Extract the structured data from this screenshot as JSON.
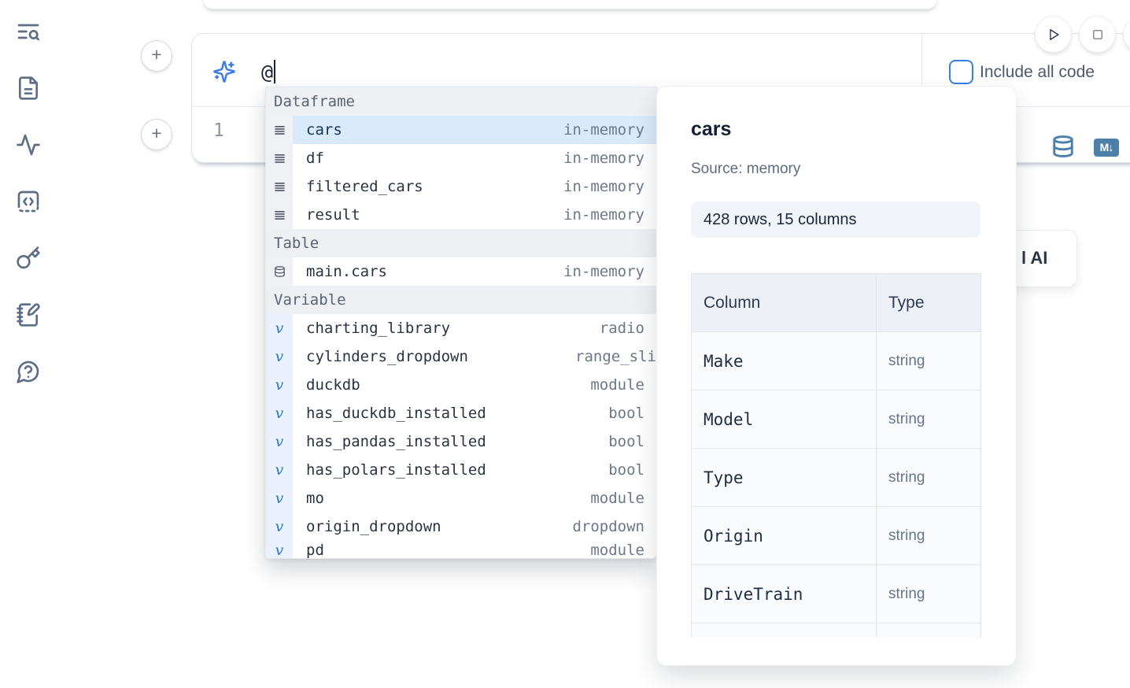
{
  "colors": {
    "accent_blue": "#3b7de8",
    "steel_blue": "#4d80a8",
    "selection_blue": "#d9eafb",
    "sidebar_icon": "#5f6e87"
  },
  "sidebar": {
    "icons": [
      {
        "name": "list-search-icon"
      },
      {
        "name": "file-text-icon"
      },
      {
        "name": "activity-icon"
      },
      {
        "name": "code-snippets-icon"
      },
      {
        "name": "key-icon"
      },
      {
        "name": "scratchpad-icon"
      },
      {
        "name": "help-icon"
      }
    ]
  },
  "cell_controls": {
    "add_cell_above": "+",
    "add_cell_below": "+"
  },
  "run_controls": {
    "icons": [
      {
        "name": "run-cell-icon"
      },
      {
        "name": "stop-icon"
      },
      {
        "name": "overflow-icon"
      }
    ]
  },
  "ai_cell": {
    "sparkle_icon": "sparkles-icon",
    "prompt_value": "@",
    "include_all_code": {
      "label": "Include all code",
      "checked": false
    }
  },
  "code_cell": {
    "line_number": "1",
    "icons": [
      {
        "name": "datasource-icon"
      },
      {
        "name": "markdown-convert-icon",
        "badge": "M↓"
      }
    ]
  },
  "autocomplete": {
    "sections": [
      {
        "label": "Dataframe",
        "items": [
          {
            "name": "cars",
            "detail": "in-memory",
            "icon": "dataframe-icon",
            "selected": true
          },
          {
            "name": "df",
            "detail": "in-memory",
            "icon": "dataframe-icon"
          },
          {
            "name": "filtered_cars",
            "detail": "in-memory",
            "icon": "dataframe-icon"
          },
          {
            "name": "result",
            "detail": "in-memory",
            "icon": "dataframe-icon"
          }
        ]
      },
      {
        "label": "Table",
        "items": [
          {
            "name": "main.cars",
            "detail": "in-memory",
            "icon": "table-icon"
          }
        ]
      },
      {
        "label": "Variable",
        "items": [
          {
            "name": "charting_library",
            "detail": "radio",
            "icon": "variable-icon"
          },
          {
            "name": "cylinders_dropdown",
            "detail": "range_sli",
            "icon": "variable-icon",
            "clipped": true
          },
          {
            "name": "duckdb",
            "detail": "module",
            "icon": "variable-icon"
          },
          {
            "name": "has_duckdb_installed",
            "detail": "bool",
            "icon": "variable-icon"
          },
          {
            "name": "has_pandas_installed",
            "detail": "bool",
            "icon": "variable-icon"
          },
          {
            "name": "has_polars_installed",
            "detail": "bool",
            "icon": "variable-icon"
          },
          {
            "name": "mo",
            "detail": "module",
            "icon": "variable-icon"
          },
          {
            "name": "origin_dropdown",
            "detail": "dropdown",
            "icon": "variable-icon"
          },
          {
            "name": "pd",
            "detail": "module",
            "icon": "variable-icon",
            "partial": true
          }
        ]
      }
    ]
  },
  "tooltip": {
    "title": "cars",
    "source_label": "Source: memory",
    "shape_badge": "428 rows, 15 columns",
    "table": {
      "headers": [
        "Column",
        "Type"
      ],
      "rows": [
        [
          "Make",
          "string"
        ],
        [
          "Model",
          "string"
        ],
        [
          "Type",
          "string"
        ],
        [
          "Origin",
          "string"
        ],
        [
          "DriveTrain",
          "string"
        ]
      ]
    }
  },
  "ai_card": {
    "visible_fragment": "l AI"
  }
}
